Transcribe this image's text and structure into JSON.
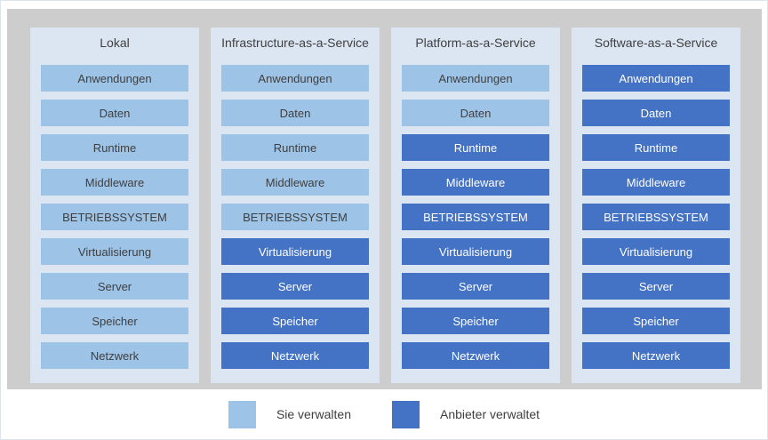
{
  "colors": {
    "you_manage": "#9DC3E6",
    "provider_managed": "#4472C4",
    "panel_background": "#DCE6F2",
    "canvas_background": "#CDCDCD",
    "dark_text": "#3F3F3F",
    "light_text": "#FFFFFF"
  },
  "layers": [
    "Anwendungen",
    "Daten",
    "Runtime",
    "Middleware",
    "BETRIEBSSYSTEM",
    "Virtualisierung",
    "Server",
    "Speicher",
    "Netzwerk"
  ],
  "columns": [
    {
      "title": "Lokal",
      "cells": [
        "you",
        "you",
        "you",
        "you",
        "you",
        "you",
        "you",
        "you",
        "you"
      ]
    },
    {
      "title": "Infrastructure-as-a-Service",
      "cells": [
        "you",
        "you",
        "you",
        "you",
        "you",
        "provider",
        "provider",
        "provider",
        "provider"
      ]
    },
    {
      "title": "Platform-as-a-Service",
      "cells": [
        "you",
        "you",
        "provider",
        "provider",
        "provider",
        "provider",
        "provider",
        "provider",
        "provider"
      ]
    },
    {
      "title": "Software-as-a-Service",
      "cells": [
        "provider",
        "provider",
        "provider",
        "provider",
        "provider",
        "provider",
        "provider",
        "provider",
        "provider"
      ]
    }
  ],
  "legend": {
    "items": [
      {
        "label": "Sie verwalten",
        "type": "you"
      },
      {
        "label": "Anbieter verwaltet",
        "type": "provider"
      }
    ]
  }
}
